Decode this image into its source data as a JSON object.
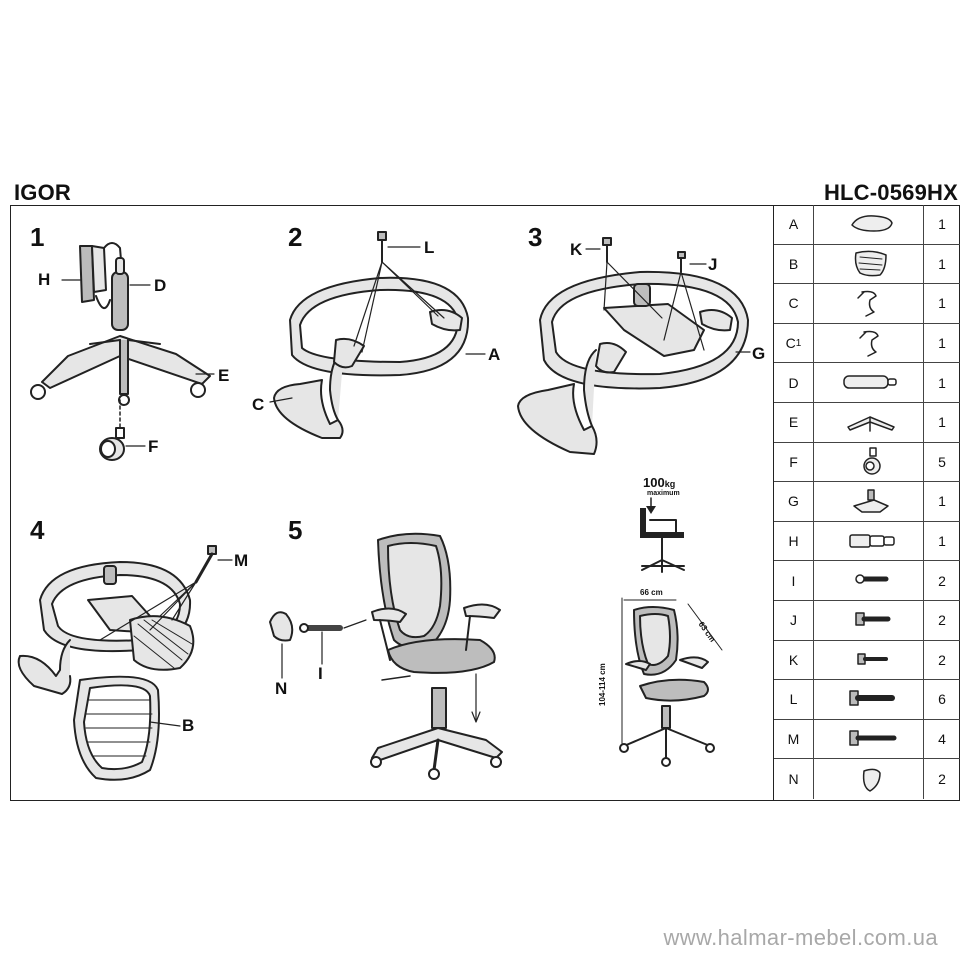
{
  "header": {
    "model_name": "IGOR",
    "model_code": "HLC-0569HX"
  },
  "steps": [
    {
      "number": "1",
      "callouts": [
        "H",
        "D",
        "E",
        "F"
      ]
    },
    {
      "number": "2",
      "callouts": [
        "L",
        "A",
        "C"
      ]
    },
    {
      "number": "3",
      "callouts": [
        "K",
        "J",
        "G"
      ]
    },
    {
      "number": "4",
      "callouts": [
        "M",
        "B"
      ]
    },
    {
      "number": "5",
      "callouts": [
        "N",
        "I"
      ]
    }
  ],
  "specs": {
    "max_load_value": "100",
    "max_load_unit": "kg",
    "max_load_caption": "maximum",
    "width": "66 cm",
    "depth": "63 cm",
    "height": "104-114 cm"
  },
  "parts": [
    {
      "letter": "A",
      "qty": "1",
      "icon": "seat-icon"
    },
    {
      "letter": "B",
      "qty": "1",
      "icon": "backrest-icon"
    },
    {
      "letter": "C",
      "qty": "1",
      "icon": "armrest-left-icon"
    },
    {
      "letter": "C",
      "sub": "1",
      "qty": "1",
      "icon": "armrest-right-icon"
    },
    {
      "letter": "D",
      "qty": "1",
      "icon": "gas-lift-icon"
    },
    {
      "letter": "E",
      "qty": "1",
      "icon": "star-base-icon"
    },
    {
      "letter": "F",
      "qty": "5",
      "icon": "caster-icon"
    },
    {
      "letter": "G",
      "qty": "1",
      "icon": "mechanism-icon"
    },
    {
      "letter": "H",
      "qty": "1",
      "icon": "telescopic-cover-icon"
    },
    {
      "letter": "I",
      "qty": "2",
      "icon": "pin-icon"
    },
    {
      "letter": "J",
      "qty": "2",
      "icon": "bolt-j-icon"
    },
    {
      "letter": "K",
      "qty": "2",
      "icon": "bolt-k-icon"
    },
    {
      "letter": "L",
      "qty": "6",
      "icon": "bolt-l-icon"
    },
    {
      "letter": "M",
      "qty": "4",
      "icon": "bolt-m-icon"
    },
    {
      "letter": "N",
      "qty": "2",
      "icon": "cap-icon"
    }
  ],
  "footer": {
    "website": "www.halmar-mebel.com.ua"
  }
}
